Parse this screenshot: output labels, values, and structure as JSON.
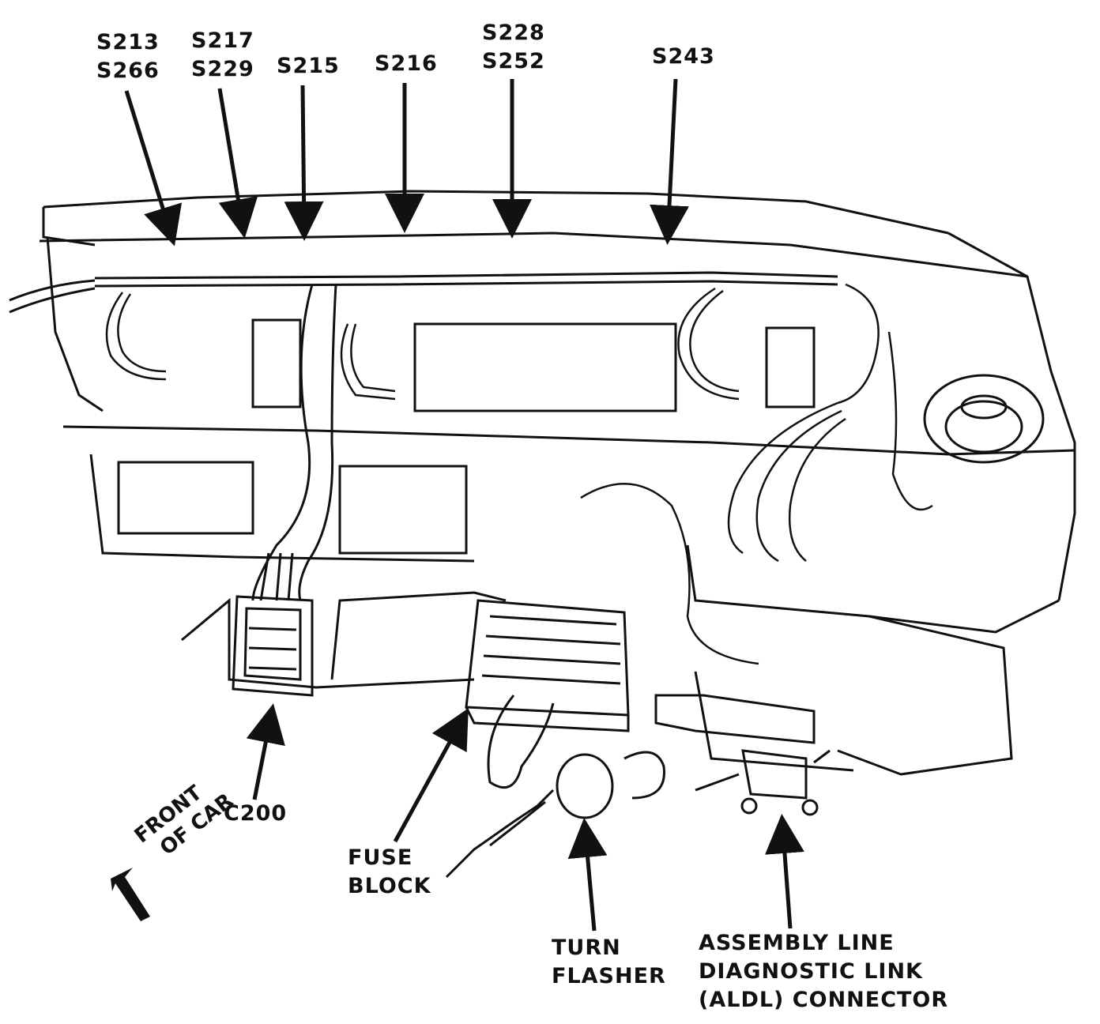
{
  "splice_labels": [
    {
      "id": "s213-s266",
      "lines": [
        "S213",
        "S266"
      ]
    },
    {
      "id": "s217-s229",
      "lines": [
        "S217",
        "S229"
      ]
    },
    {
      "id": "s215",
      "lines": [
        "S215"
      ]
    },
    {
      "id": "s216",
      "lines": [
        "S216"
      ]
    },
    {
      "id": "s228-s252",
      "lines": [
        "S228",
        "S252"
      ]
    },
    {
      "id": "s243",
      "lines": [
        "S243"
      ]
    }
  ],
  "component_labels": {
    "c200": "C200",
    "fuse_block": [
      "FUSE",
      "BLOCK"
    ],
    "turn_flasher": [
      "TURN",
      "FLASHER"
    ],
    "aldl": [
      "ASSEMBLY LINE",
      "DIAGNOSTIC LINK",
      "(ALDL) CONNECTOR"
    ]
  },
  "orientation": {
    "lines": [
      "FRONT",
      "OF CAR"
    ]
  },
  "colors": {
    "ink": "#111111",
    "paper": "#ffffff"
  }
}
